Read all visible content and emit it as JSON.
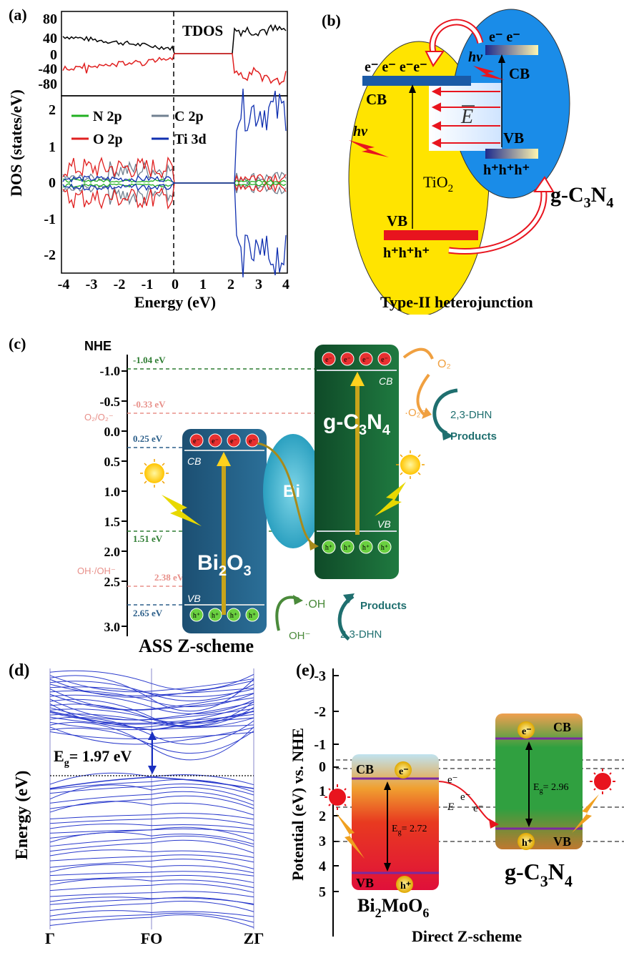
{
  "panel_a": {
    "label": "(a)",
    "tdos_label": "TDOS",
    "ylabel": "DOS (states/eV)",
    "xlabel": "Energy (eV)",
    "top_yticks": [
      "80",
      "40",
      "0",
      "-40",
      "-80"
    ],
    "bottom_yticks": [
      "2",
      "1",
      "0",
      "-1",
      "-2"
    ],
    "xticks": [
      "-4",
      "-3",
      "-2",
      "-1",
      "0",
      "1",
      "2",
      "3",
      "4"
    ],
    "legend": [
      {
        "label": "N 2p",
        "color": "#22b022"
      },
      {
        "label": "C 2p",
        "color": "#708090"
      },
      {
        "label": "O 2p",
        "color": "#e02020"
      },
      {
        "label": "Ti 3d",
        "color": "#1030b0"
      }
    ]
  },
  "panel_b": {
    "label": "(b)",
    "cb_left": "CB",
    "vb_left": "VB",
    "cb_right": "CB",
    "vb_right": "VB",
    "electrons_left": "e⁻ e⁻ e⁻e⁻",
    "electrons_right": "e⁻ e⁻",
    "holes_left": "h⁺h⁺h⁺",
    "holes_right": "h⁺h⁺h⁺",
    "hv": "hv",
    "material_left": "TiO",
    "material_left_sub": "2",
    "material_right": "g-C",
    "material_right_sub1": "3",
    "material_right_mid": "N",
    "material_right_sub2": "4",
    "field": "E",
    "caption": "Type-II heterojunction",
    "colors": {
      "yellow": "#ffe400",
      "blue": "#1a8ce8",
      "red": "#e8141e"
    }
  },
  "panel_c": {
    "label": "(c)",
    "axis_title": "NHE",
    "yticks": [
      "-1.0",
      "-0.5",
      "0.0",
      "0.5",
      "1.0",
      "1.5",
      "2.0",
      "2.5",
      "3.0"
    ],
    "levels": [
      {
        "value": "-1.04 eV",
        "color": "#2e7d32"
      },
      {
        "value": "-0.33 eV",
        "color": "#e8908a"
      },
      {
        "value": "0.25 eV",
        "color": "#2c5f8a"
      },
      {
        "value": "1.51 eV",
        "color": "#2e7d32"
      },
      {
        "value": "2.38 eV",
        "color": "#e8908a"
      },
      {
        "value": "2.65 eV",
        "color": "#2c5f8a"
      }
    ],
    "redox_o2": "O₂/O₂⁻",
    "redox_oh": "OH·/OH⁻",
    "bi2o3": "Bi",
    "bi2o3_sub1": "2",
    "bi2o3_mid": "O",
    "bi2o3_sub2": "3",
    "gcn": "g-C",
    "gcn_sub1": "3",
    "gcn_mid": "N",
    "gcn_sub2": "4",
    "bi": "Bi",
    "cb": "CB",
    "vb": "VB",
    "electron": "e⁻",
    "hole": "h⁺",
    "o2": "O₂",
    "o2_radical": "·O₂⁻",
    "dhn_top": "2,3-DHN",
    "products_top": "Products",
    "oh_radical": "·OH",
    "oh_minus": "OH⁻",
    "products_bottom": "Products",
    "dhn_bottom": "2,3-DHN",
    "caption": "ASS Z-scheme"
  },
  "panel_d": {
    "label": "(d)",
    "ylabel": "Energy (eV)",
    "gap_label": "E",
    "gap_sub": "g",
    "gap_value": "= 1.97 eV",
    "kpoints": [
      "Γ",
      "FO",
      "ZΓ"
    ]
  },
  "panel_e": {
    "label": "(e)",
    "ylabel": "Potential (eV) vs. NHE",
    "yticks": [
      "-3",
      "-2",
      "-1",
      "0",
      "1",
      "2",
      "3",
      "4",
      "5"
    ],
    "cb": "CB",
    "vb": "VB",
    "eg_left": "E",
    "eg_left_sub": "g",
    "eg_left_value": "= 2.72",
    "eg_right": "E",
    "eg_right_sub": "g",
    "eg_right_value": "= 2.96",
    "electron": "e⁻",
    "hole": "h⁺",
    "field": "E",
    "material_left": "Bi",
    "material_left_sub1": "2",
    "material_left_mid": "MoO",
    "material_left_sub2": "6",
    "material_right": "g-C",
    "material_right_sub1": "3",
    "material_right_mid": "N",
    "material_right_sub2": "4",
    "caption": "Direct Z-scheme"
  }
}
